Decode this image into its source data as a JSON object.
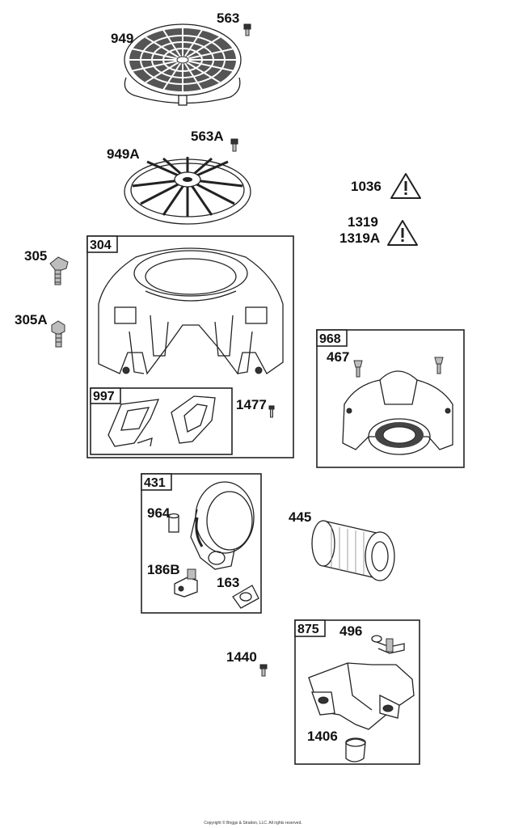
{
  "parts": {
    "p563": "563",
    "p949": "949",
    "p563A": "563A",
    "p949A": "949A",
    "p1036": "1036",
    "p1319": "1319",
    "p1319A": "1319A",
    "p305": "305",
    "p305A": "305A",
    "p304": "304",
    "p997": "997",
    "p1477": "1477",
    "p968": "968",
    "p467": "467",
    "p431": "431",
    "p964": "964",
    "p186B": "186B",
    "p163": "163",
    "p445": "445",
    "p875": "875",
    "p496": "496",
    "p1440": "1440",
    "p1406": "1406"
  },
  "footer": {
    "copyright": "Copyright © Briggs & Stratton, LLC. All rights reserved."
  },
  "icons": [
    "warning-triangle-icon",
    "bolt-icon",
    "screw-icon",
    "knob-icon"
  ],
  "colors": {
    "line": "#222222",
    "background": "#ffffff"
  }
}
